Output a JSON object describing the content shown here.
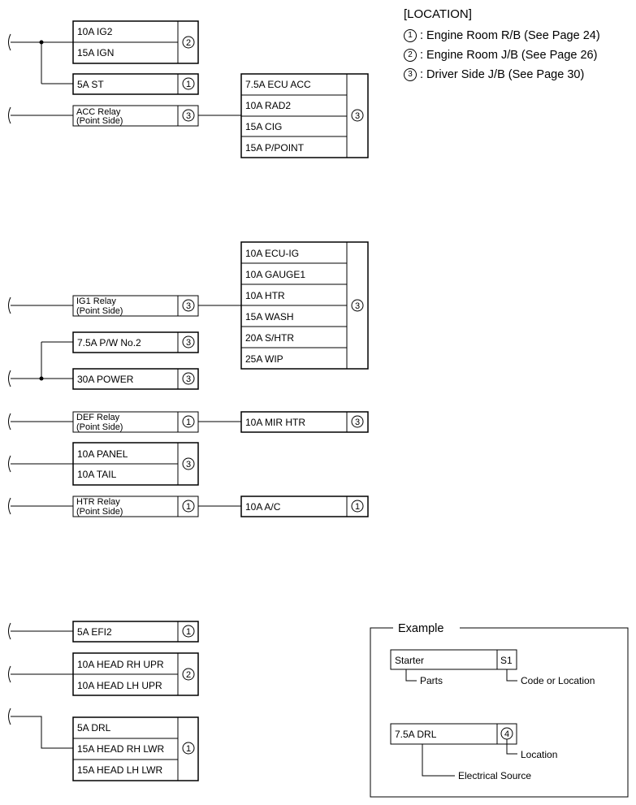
{
  "legend": {
    "title": "[LOCATION]",
    "items": [
      {
        "num": "1",
        "text": ": Engine Room R/B (See Page 24)"
      },
      {
        "num": "2",
        "text": ": Engine Room J/B (See Page 26)"
      },
      {
        "num": "3",
        "text": ": Driver Side J/B (See Page 30)"
      }
    ]
  },
  "fuses": {
    "ig2": "10A IG2",
    "ign": "15A IGN",
    "st": "5A ST",
    "acc_relay_1": "ACC Relay",
    "acc_relay_2": "(Point Side)",
    "ecu_acc": "7.5A ECU ACC",
    "rad2": "10A RAD2",
    "cig": "15A CIG",
    "ppoint": "15A P/POINT",
    "ecu_ig": "10A ECU-IG",
    "gauge1": "10A GAUGE1",
    "htr": "10A HTR",
    "wash": "15A WASH",
    "shtr": "20A S/HTR",
    "wip": "25A WIP",
    "ig1_relay_1": "IG1 Relay",
    "ig1_relay_2": "(Point Side)",
    "pw": "7.5A P/W No.2",
    "power": "30A POWER",
    "def_relay_1": "DEF Relay",
    "def_relay_2": "(Point Side)",
    "mir_htr": "10A MIR HTR",
    "panel": "10A PANEL",
    "tail": "10A TAIL",
    "htr_relay_1": "HTR Relay",
    "htr_relay_2": "(Point Side)",
    "ac": "10A A/C",
    "efi2": "5A EFI2",
    "head_rh_upr": "10A HEAD RH UPR",
    "head_lh_upr": "10A HEAD LH UPR",
    "drl": "5A DRL",
    "head_rh_lwr": "15A HEAD RH LWR",
    "head_lh_lwr": "15A HEAD LH LWR"
  },
  "locations": {
    "ig2_ign": "2",
    "st": "1",
    "acc": "3",
    "acc_group": "3",
    "ig1": "3",
    "ig_group": "3",
    "pw": "3",
    "power": "3",
    "def": "1",
    "mir": "3",
    "panel_tail": "3",
    "htr_relay": "1",
    "ac": "1",
    "efi2": "1",
    "head_upr": "2",
    "drl_group": "1"
  },
  "example": {
    "title": "Example",
    "part": "Starter",
    "code": "S1",
    "parts_label": "Parts",
    "code_label": "Code or Location",
    "source": "7.5A DRL",
    "loc": "4",
    "loc_label": "Location",
    "source_label": "Electrical Source"
  }
}
